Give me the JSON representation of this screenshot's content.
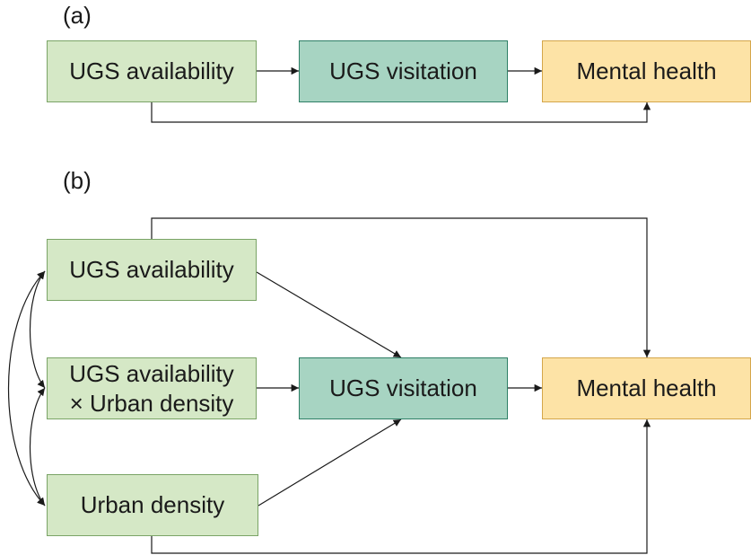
{
  "panels": {
    "a": {
      "label": "(a)",
      "nodes": {
        "availability": "UGS availability",
        "visitation": "UGS visitation",
        "mental_health": "Mental health"
      }
    },
    "b": {
      "label": "(b)",
      "nodes": {
        "availability": "UGS availability",
        "interaction_line1": "UGS availability",
        "interaction_line2": "× Urban density",
        "urban_density": "Urban density",
        "visitation": "UGS visitation",
        "mental_health": "Mental health"
      }
    }
  },
  "colors": {
    "exposure_fill": "#d5e8c6",
    "mediator_fill": "#a7d4c2",
    "outcome_fill": "#fde3a6"
  }
}
